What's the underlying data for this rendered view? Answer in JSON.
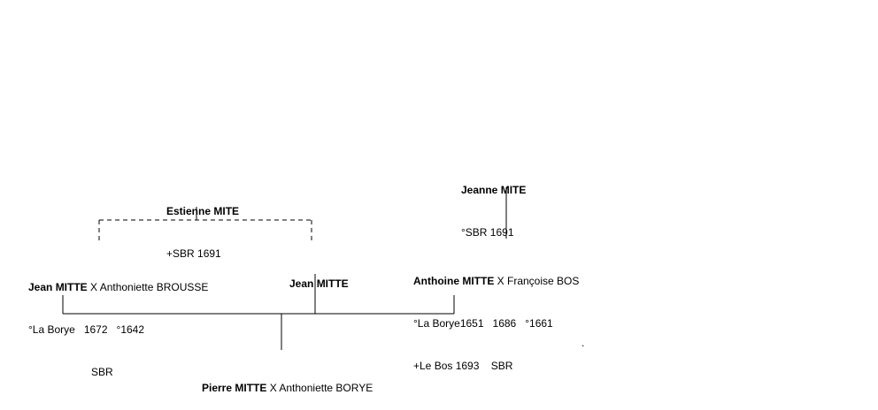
{
  "estienne": {
    "name_first": "Estienne ",
    "name_last": "MITE",
    "line2": "+SBR 1691"
  },
  "jeanne": {
    "name_first": "Jeanne ",
    "name_last": "MITE",
    "line2": "°SBR 1691"
  },
  "jean_left": {
    "name_first": "Jean ",
    "name_last": "MITTE",
    "spouse": " X Anthoniette BROUSSE",
    "line2": "°La Borye   1672   °1642",
    "line3": "SBR"
  },
  "jean_mid": {
    "name_first": "Jean ",
    "name_last": "MITTE"
  },
  "anthoine": {
    "name_first": "Anthoine ",
    "name_last": "MITTE",
    "spouse": " X Françoise BOS",
    "line2": "°La Borye1651   1686   °1661",
    "line3": "+Le Bos 1693    SBR"
  },
  "pierre": {
    "name_first": "Pierre ",
    "name_last": "MITTE",
    "spouse": " X Anthoniette BORYE"
  },
  "stray": "."
}
